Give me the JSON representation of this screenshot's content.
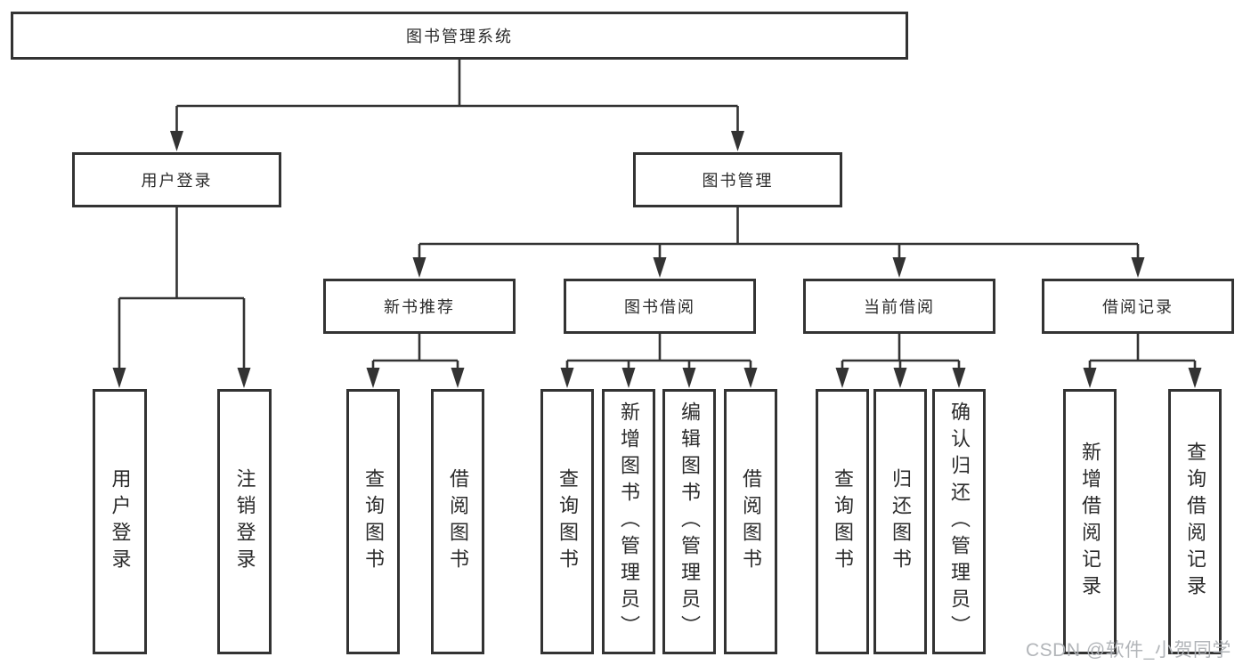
{
  "root": {
    "label": "图书管理系统"
  },
  "branches": [
    {
      "label": "用户登录",
      "leaves": [
        "用户登录",
        "注销登录"
      ]
    },
    {
      "label": "图书管理",
      "children": [
        {
          "label": "新书推荐",
          "leaves": [
            "查询图书",
            "借阅图书"
          ]
        },
        {
          "label": "图书借阅",
          "leaves": [
            "查询图书",
            "新增图书（管理员）",
            "编辑图书（管理员）",
            "借阅图书"
          ]
        },
        {
          "label": "当前借阅",
          "leaves": [
            "查询图书",
            "归还图书",
            "确认归还（管理员）"
          ]
        },
        {
          "label": "借阅记录",
          "leaves": [
            "新增借阅记录",
            "查询借阅记录"
          ]
        }
      ]
    }
  ],
  "watermark": "CSDN @软件_小贺同学",
  "colors": {
    "line": "#333333",
    "box_border": "#333333",
    "text": "#2b2b2b",
    "watermark": "#aeb1b5",
    "background": "#ffffff"
  }
}
